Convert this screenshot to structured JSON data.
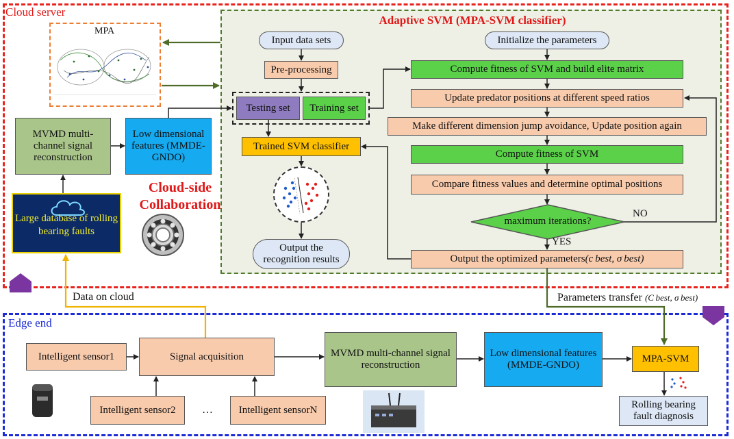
{
  "cloud": {
    "title": "Cloud server",
    "mpa_label": "MPA",
    "svm_title": "Adaptive SVM (MPA-SVM classifier)",
    "mvmd": "MVMD multi-channel signal reconstruction",
    "low_dim": "Low dimensional features (MMDE-GNDO)",
    "collab": "Cloud-side Collaboration",
    "database": "Large database of rolling bearing faults",
    "input": "Input data sets",
    "preprocess": "Pre-processing",
    "testing": "Testing set",
    "training": "Training set",
    "trained": "Trained SVM classifier",
    "output": "Output the recognition results",
    "init": "Initialize the parameters",
    "fitness_elite": "Compute fitness of SVM and build elite matrix",
    "update": "Update predator positions at different speed ratios",
    "jump": "Make different dimension jump avoidance, Update position again",
    "fitness": "Compute fitness of SVM",
    "compare": "Compare fitness values and determine optimal positions",
    "maxiter": "maximum iterations?",
    "no": "NO",
    "yes": "YES",
    "optimized": "Output the optimized parameters",
    "opt_params": "(c best, σ best)"
  },
  "links": {
    "data_on_cloud": "Data on cloud",
    "params_transfer": "Parameters transfer",
    "params_symbols": "(C best, σ best)"
  },
  "edge": {
    "title": "Edge end",
    "sensor1": "Intelligent sensor1",
    "sensor2": "Intelligent sensor2",
    "ellipsis": "…",
    "sensorN": "Intelligent sensorN",
    "acq": "Signal acquisition",
    "mvmd": "MVMD multi-channel signal reconstruction",
    "low_dim": "Low dimensional features (MMDE-GNDO)",
    "mpasvm": "MPA-SVM",
    "diagnosis": "Rolling bearing fault diagnosis"
  },
  "colors": {
    "cloud_border": "#e8221c",
    "svm_border": "#4e7a2a",
    "edge_border": "#1c2bd6",
    "mpa_border": "#ed7d31",
    "flow_arrow": "#4e6b2a",
    "cloud_arrow": "#f0b400"
  }
}
